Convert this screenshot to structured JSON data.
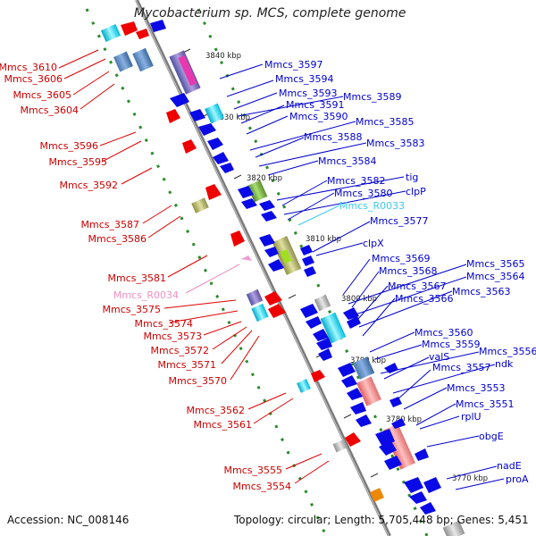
{
  "title": "Mycobacterium sp. MCS, complete genome",
  "footer": {
    "accession": "Accession: NC_008146",
    "topology": "Topology: circular; Length: 5,705,448 bp; Genes: 5,451"
  },
  "colors": {
    "left_label": "#cc0000",
    "right_label": "#0000cc",
    "rna_label": "#3ec8f0",
    "misc_rna_label": "#f090c0",
    "backbone": "#888888",
    "minus_gene": "#dd0000",
    "plus_gene": "#0000dd",
    "tick": "#228822"
  },
  "scale_labels": [
    "3840 kbp",
    "3830 kbp",
    "3820 kbp",
    "3810 kbp",
    "3800 kbp",
    "3790 kbp",
    "3780 kbp",
    "3770 kbp"
  ],
  "left_labels": [
    "Mmcs_3610",
    "Mmcs_3606",
    "Mmcs_3605",
    "Mmcs_3604",
    "Mmcs_3596",
    "Mmcs_3595",
    "Mmcs_3592",
    "Mmcs_3587",
    "Mmcs_3586",
    "Mmcs_3581",
    "Mmcs_R0034",
    "Mmcs_3575",
    "Mmcs_3574",
    "Mmcs_3573",
    "Mmcs_3572",
    "Mmcs_3571",
    "Mmcs_3570",
    "Mmcs_3562",
    "Mmcs_3561",
    "Mmcs_3555",
    "Mmcs_3554"
  ],
  "right_labels": [
    "Mmcs_3597",
    "Mmcs_3594",
    "Mmcs_3593",
    "Mmcs_3589",
    "Mmcs_3591",
    "Mmcs_3590",
    "Mmcs_3585",
    "Mmcs_3588",
    "Mmcs_3583",
    "Mmcs_3584",
    "tig",
    "Mmcs_3582",
    "clpP",
    "Mmcs_3580",
    "Mmcs_R0033",
    "Mmcs_3577",
    "clpX",
    "Mmcs_3569",
    "Mmcs_3565",
    "Mmcs_3568",
    "Mmcs_3564",
    "Mmcs_3567",
    "Mmcs_3563",
    "Mmcs_3566",
    "Mmcs_3560",
    "Mmcs_3559",
    "Mmcs_3556",
    "valS",
    "ndk",
    "Mmcs_3557",
    "Mmcs_3553",
    "Mmcs_3551",
    "rplU",
    "obgE",
    "nadE",
    "proA"
  ]
}
